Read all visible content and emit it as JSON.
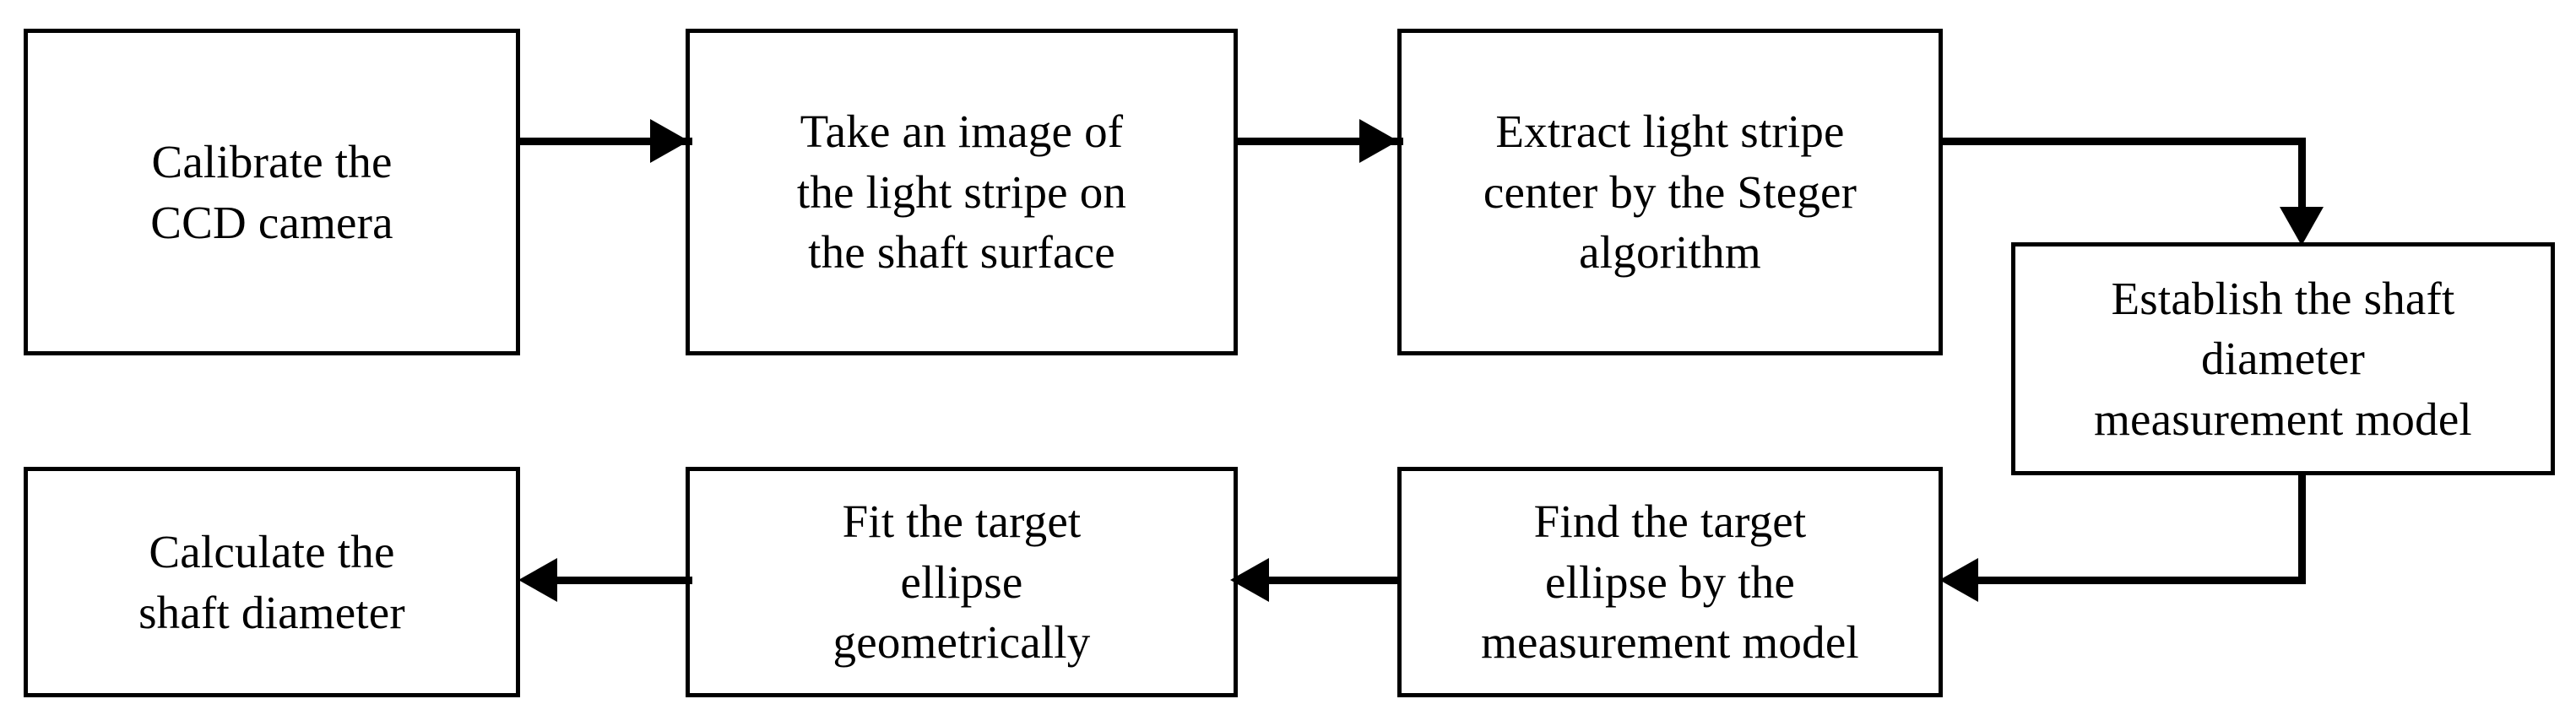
{
  "diagram": {
    "type": "flowchart",
    "orientation": "serpentine-two-rows",
    "colors": {
      "background": "#ffffff",
      "box_border": "#000000",
      "box_fill": "#ffffff",
      "text": "#000000",
      "connector": "#000000"
    },
    "nodes": [
      {
        "id": "node-1",
        "order": 1,
        "text": "Calibrate the CCD camera",
        "lines": [
          "Calibrate the",
          "CCD camera"
        ]
      },
      {
        "id": "node-2",
        "order": 2,
        "text": "Take an image of the light stripe on the shaft surface",
        "lines": [
          "Take an image of",
          "the light stripe on",
          "the shaft surface"
        ]
      },
      {
        "id": "node-3",
        "order": 3,
        "text": "Extract light stripe center by the Steger algorithm",
        "lines": [
          "Extract light stripe",
          "center by the Steger",
          "algorithm"
        ]
      },
      {
        "id": "node-4",
        "order": 4,
        "text": "Establish the shaft diameter measurement model",
        "lines": [
          "Establish the shaft",
          "diameter",
          "measurement model"
        ]
      },
      {
        "id": "node-5",
        "order": 5,
        "text": "Find the target ellipse by the measurement model",
        "lines": [
          "Find the target",
          "ellipse by the",
          "measurement model"
        ]
      },
      {
        "id": "node-6",
        "order": 6,
        "text": "Fit the target ellipse geometrically",
        "lines": [
          "Fit the target",
          "ellipse",
          "geometrically"
        ]
      },
      {
        "id": "node-7",
        "order": 7,
        "text": "Calculate the shaft diameter",
        "lines": [
          "Calculate the",
          "shaft diameter"
        ]
      }
    ],
    "edges": [
      {
        "id": "e1",
        "from": "node-1",
        "to": "node-2",
        "direction": "right",
        "label": ""
      },
      {
        "id": "e2",
        "from": "node-2",
        "to": "node-3",
        "direction": "right",
        "label": ""
      },
      {
        "id": "e3",
        "from": "node-3",
        "to": "node-4",
        "direction": "right-then-down",
        "label": ""
      },
      {
        "id": "e4",
        "from": "node-4",
        "to": "node-5",
        "direction": "down-then-left",
        "label": ""
      },
      {
        "id": "e5",
        "from": "node-5",
        "to": "node-6",
        "direction": "left",
        "label": ""
      },
      {
        "id": "e6",
        "from": "node-6",
        "to": "node-7",
        "direction": "left",
        "label": ""
      }
    ]
  }
}
